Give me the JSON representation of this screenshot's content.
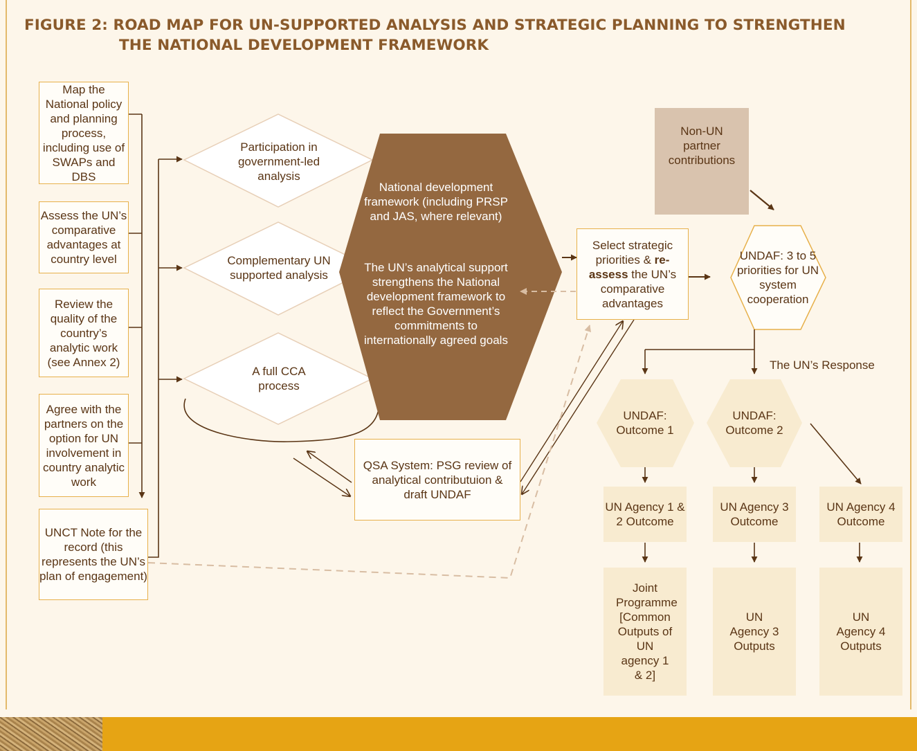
{
  "title": {
    "line1": "FIGURE 2: ROAD MAP FOR UN-SUPPORTED ANALYSIS AND STRATEGIC PLANNING TO STRENGTHEN",
    "line2": "THE NATIONAL DEVELOPMENT FRAMEWORK"
  },
  "left_steps": [
    "Map the National policy and planning process, including use of SWAPs and DBS",
    "Assess the UN’s comparative advantages at country level",
    "Review the quality of the country’s analytic work (see Annex 2)",
    "Agree with the partners on the option for UN involvement in country analytic work",
    "UNCT Note for the record (this represents the UN’s plan of engagement)"
  ],
  "diamonds": [
    "Participation in government-led analysis",
    "Complementary UN supported analysis",
    "A full CCA process"
  ],
  "national_framework": {
    "top": "National development framework (including PRSP and JAS, where relevant)",
    "bottom": "The UN’s analytical support strengthens the National development framework to reflect the Government’s commitments to internationally agreed goals"
  },
  "qsa": "QSA System: PSG review of analytical contributuion & draft UNDAF",
  "select": {
    "part1": "Select strategic priorities &",
    "bold": "re-assess",
    "part2": "the UN’s comparative advantages"
  },
  "non_un": "Non-UN partner contributions",
  "undaf_main": "UNDAF: 3 to 5 priorities for UN system cooperation",
  "response_label": "The UN’s Response",
  "outcomes": [
    "UNDAF: Outcome 1",
    "UNDAF: Outcome 2"
  ],
  "agency_outcomes": [
    "UN Agency 1 & 2 Outcome",
    "UN Agency 3 Outcome",
    "UN Agency 4 Outcome"
  ],
  "outputs": [
    "Joint Programme [Common Outputs of UN agency 1 & 2]",
    "UN Agency 3 Outputs",
    "UN Agency 4 Outputs"
  ],
  "colors": {
    "title": "#8a5a2b",
    "box_border": "#e7b04a",
    "hex_fill": "#946840",
    "arrow": "#5a3515",
    "dashed": "#d8bda3",
    "non_un_fill": "#d9c3ae",
    "soft_fill": "#f8ebd0",
    "footer": "#e6a414"
  }
}
